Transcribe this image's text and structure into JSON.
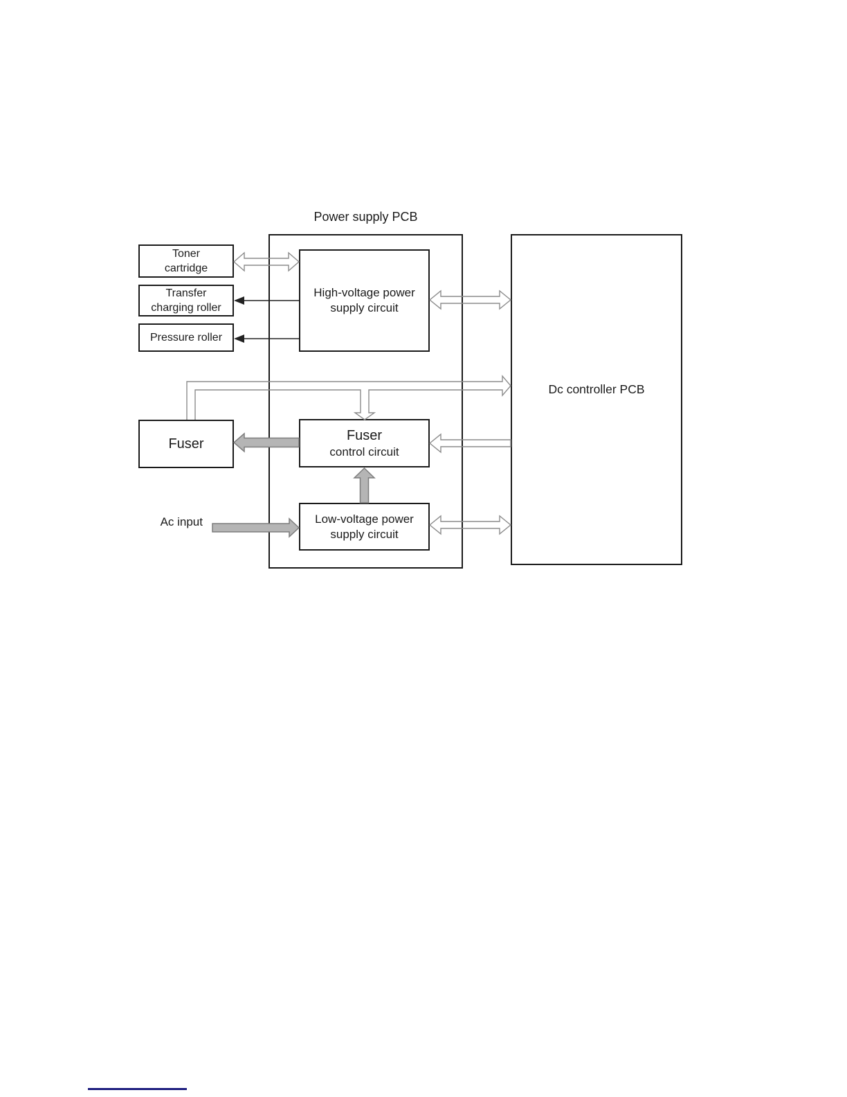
{
  "page": {
    "background_color": "#ffffff",
    "footer_rule_color": "#1b1b7e"
  },
  "diagram": {
    "title": "Power supply PCB",
    "nodes": {
      "power_supply_pcb": {
        "label": "Power supply PCB"
      },
      "dc_controller_pcb": {
        "label": "Dc controller PCB"
      },
      "toner_cartridge": {
        "lines": [
          "Toner",
          "cartridge"
        ]
      },
      "transfer_charging_roller": {
        "lines": [
          "Transfer",
          "charging roller"
        ]
      },
      "pressure_roller": {
        "lines": [
          "Pressure roller"
        ]
      },
      "high_voltage_power_supply_circuit": {
        "lines": [
          "High-voltage power",
          "supply circuit"
        ]
      },
      "fuser": {
        "lines": [
          "Fuser"
        ]
      },
      "fuser_control_circuit": {
        "lines": [
          "Fuser",
          "control circuit"
        ]
      },
      "low_voltage_power_supply_circuit": {
        "lines": [
          "Low-voltage power",
          "supply circuit"
        ]
      },
      "ac_input": {
        "label": "Ac input"
      }
    },
    "arrows": [
      {
        "from": "high_voltage_power_supply_circuit",
        "to": "toner_cartridge",
        "type": "hollow-outline",
        "direction": "both"
      },
      {
        "from": "high_voltage_power_supply_circuit",
        "to": "transfer_charging_roller",
        "type": "thin-solid",
        "direction": "one-way"
      },
      {
        "from": "high_voltage_power_supply_circuit",
        "to": "pressure_roller",
        "type": "thin-solid",
        "direction": "one-way"
      },
      {
        "from": "high_voltage_power_supply_circuit",
        "to": "dc_controller_pcb",
        "type": "hollow-outline",
        "direction": "both"
      },
      {
        "from": "fuser",
        "to": "dc_controller_pcb",
        "type": "hollow-outline",
        "direction": "one-way",
        "note": "branches down into fuser_control_circuit"
      },
      {
        "from": "fuser",
        "to": "fuser_control_circuit",
        "type": "hollow-outline",
        "direction": "one-way"
      },
      {
        "from": "dc_controller_pcb",
        "to": "fuser_control_circuit",
        "type": "hollow-outline",
        "direction": "one-way"
      },
      {
        "from": "fuser_control_circuit",
        "to": "fuser",
        "type": "gray-thick",
        "direction": "one-way"
      },
      {
        "from": "low_voltage_power_supply_circuit",
        "to": "fuser_control_circuit",
        "type": "gray-thick",
        "direction": "one-way"
      },
      {
        "from": "ac_input",
        "to": "low_voltage_power_supply_circuit",
        "type": "gray-thick",
        "direction": "one-way"
      },
      {
        "from": "low_voltage_power_supply_circuit",
        "to": "dc_controller_pcb",
        "type": "hollow-outline",
        "direction": "both"
      }
    ],
    "colors": {
      "box_border": "#1a1a1a",
      "text": "#1a1a1a",
      "hollow_arrow_stroke": "#8c8c8c",
      "thin_arrow": "#222222",
      "gray_arrow_fill": "#b5b5b5",
      "gray_arrow_stroke": "#7d7d7d"
    }
  }
}
